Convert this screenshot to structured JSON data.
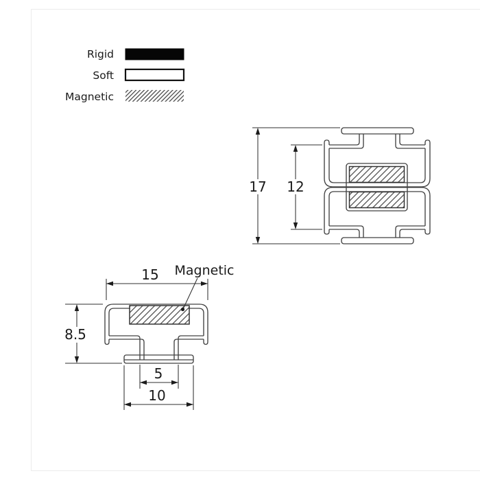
{
  "page": {
    "background": "#ffffff",
    "frame_border": "#ececec"
  },
  "colors": {
    "line": "#414141",
    "dimension_line": "#2f2f2f",
    "text": "#1a1a1a",
    "rigid_fill": "#060606",
    "soft_fill": "#ffffff",
    "magnet_hatch_line": "#3c3c3c",
    "legend_hatch_line": "#4a4a4a"
  },
  "legend": {
    "items": [
      {
        "label": "Rigid",
        "type": "rigid"
      },
      {
        "label": "Soft",
        "type": "soft"
      },
      {
        "label": "Magnetic",
        "type": "magnetic"
      }
    ]
  },
  "section_view": {
    "description": "assembled cross-section of two interlocking magnetic seal profiles",
    "dims": {
      "overall_height": "17",
      "inner_height": "12"
    }
  },
  "profile_view": {
    "description": "single T-profile with magnet pocket and base plate",
    "magnet_label": "Magnetic",
    "dims": {
      "top_width": "15",
      "overall_height": "8.5",
      "stem_width": "5",
      "base_width": "10"
    }
  }
}
